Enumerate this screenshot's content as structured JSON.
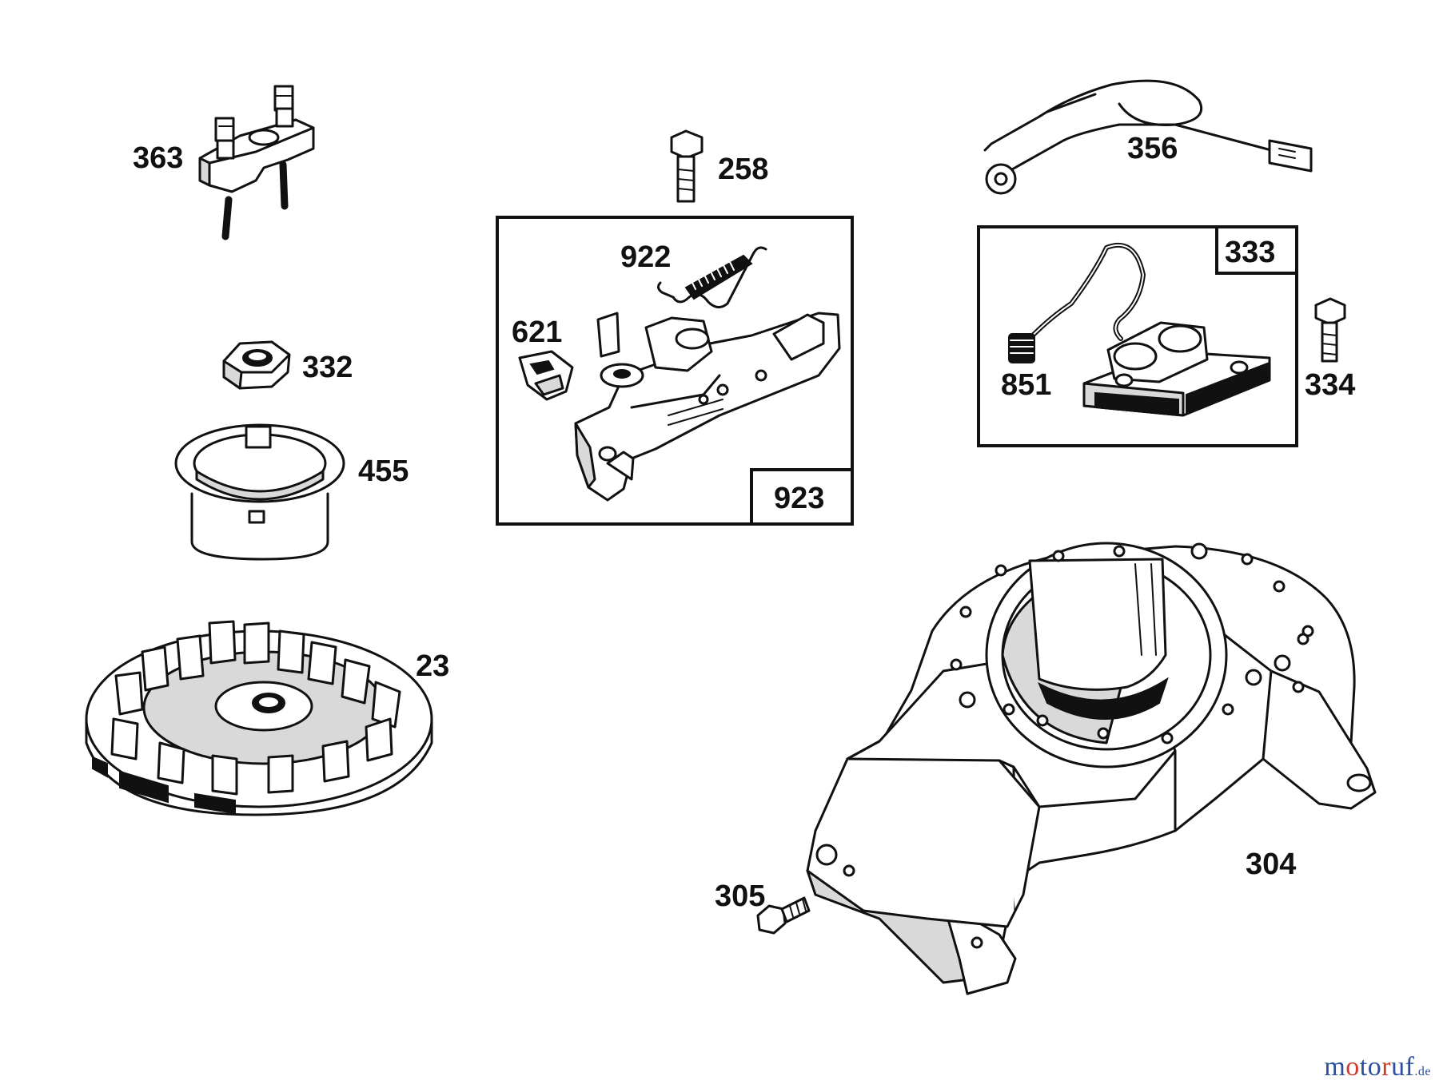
{
  "parts": {
    "p363": "363",
    "p332": "332",
    "p455": "455",
    "p23": "23",
    "p258": "258",
    "p922": "922",
    "p621": "621",
    "p923": "923",
    "p356": "356",
    "p333": "333",
    "p851": "851",
    "p334": "334",
    "p304": "304",
    "p305": "305"
  },
  "watermark": {
    "text": "motoruf",
    "suffix": ".de",
    "colors": [
      "#2b4f9c",
      "#d23a2a",
      "#2b4f9c",
      "#2b4f9c",
      "#d23a2a",
      "#2b4f9c",
      "#2b4f9c"
    ]
  }
}
